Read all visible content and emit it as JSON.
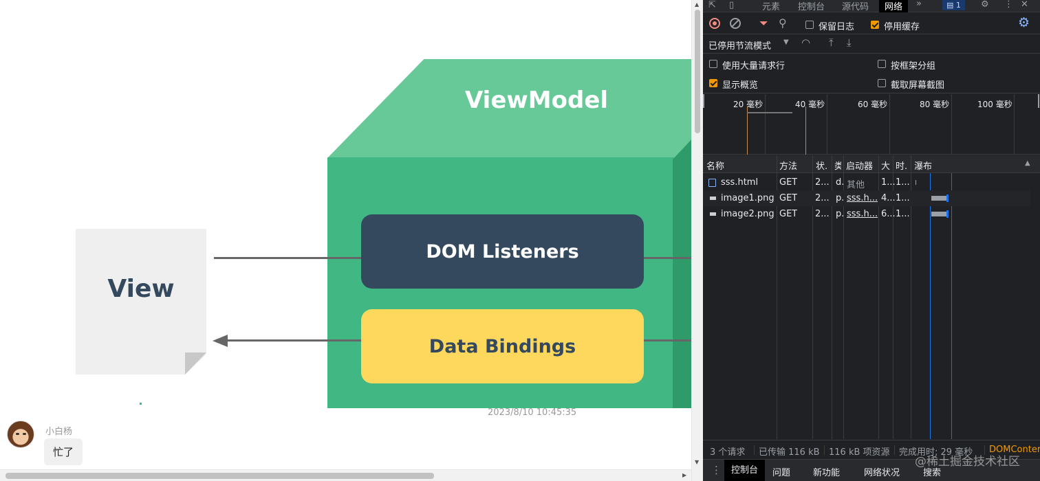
{
  "page": {
    "diagram": {
      "viewmodel_title": "ViewModel",
      "dom_listeners": "DOM Listeners",
      "data_bindings": "Data Bindings",
      "view": "View"
    },
    "timestamp": "2023/8/10 10:45:35",
    "chat": {
      "username": "小白杨",
      "message": "忙了"
    }
  },
  "devtools": {
    "tabs": [
      "元素",
      "控制台",
      "源代码",
      "网络"
    ],
    "active_tab": "网络",
    "badge_count": "1",
    "toolbar": {
      "preserve_log": "保留日志",
      "disable_cache": "停用缓存",
      "throttling": "已停用节流模式"
    },
    "options": {
      "large_rows": "使用大量请求行",
      "group_by_frame": "按框架分组",
      "show_overview": "显示概览",
      "capture_screenshots": "截取屏幕截图"
    },
    "overview_ticks": [
      "20 毫秒",
      "40 毫秒",
      "60 毫秒",
      "80 毫秒",
      "100 毫秒"
    ],
    "columns": {
      "name": "名称",
      "method": "方法",
      "status": "状.",
      "type": "类",
      "initiator": "启动器",
      "size": "大",
      "time": "时.",
      "waterfall": "瀑布"
    },
    "requests": [
      {
        "name": "sss.html",
        "method": "GET",
        "status": "2...",
        "type": "d.",
        "initiator": "其他",
        "size": "1...",
        "time": "1..."
      },
      {
        "name": "image1.png",
        "method": "GET",
        "status": "2...",
        "type": "p.",
        "initiator": "sss.h...",
        "size": "4...",
        "time": "1..."
      },
      {
        "name": "image2.png",
        "method": "GET",
        "status": "2...",
        "type": "p.",
        "initiator": "sss.h...",
        "size": "6...",
        "time": "1..."
      }
    ],
    "status": {
      "requests": "3 个请求",
      "transferred": "已传输 116 kB",
      "resources": "116 kB 项资源",
      "finish": "完成用时: 29 毫秒",
      "dom": "DOMConter"
    },
    "drawer_tabs": [
      "控制台",
      "问题",
      "新功能",
      "网络状况",
      "搜索"
    ],
    "watermark": "@稀土掘金技术社区"
  }
}
